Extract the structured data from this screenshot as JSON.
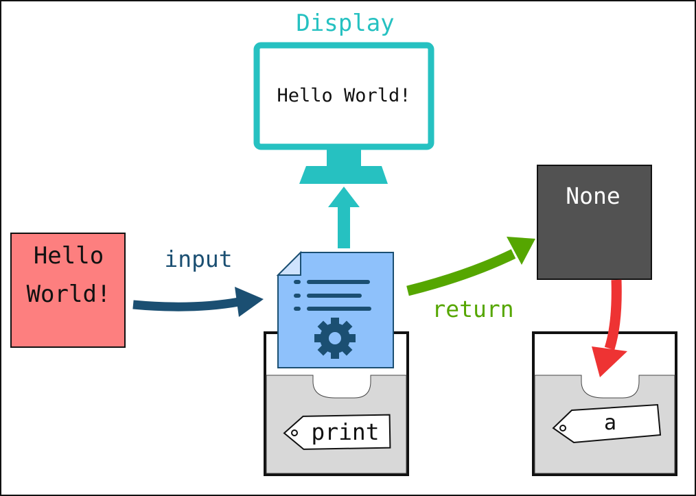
{
  "display": {
    "title": "Display",
    "screen_text": "Hello World!"
  },
  "input_box": {
    "line1": "Hello",
    "line2": "World!"
  },
  "arrows": {
    "input_label": "input",
    "return_label": "return"
  },
  "return_value": {
    "text": "None"
  },
  "tags": {
    "function_name": "print",
    "variable_name": "a"
  },
  "colors": {
    "display": "#26c1c1",
    "input_box": "#fd7f7f",
    "input_arrow": "#1b4f72",
    "return_arrow": "#55a600",
    "assign_arrow": "#ee3333",
    "none_box": "#525252",
    "document": "#8ec1fb",
    "document_stroke": "#1b4f72",
    "drawer": "#d8d8d8"
  }
}
